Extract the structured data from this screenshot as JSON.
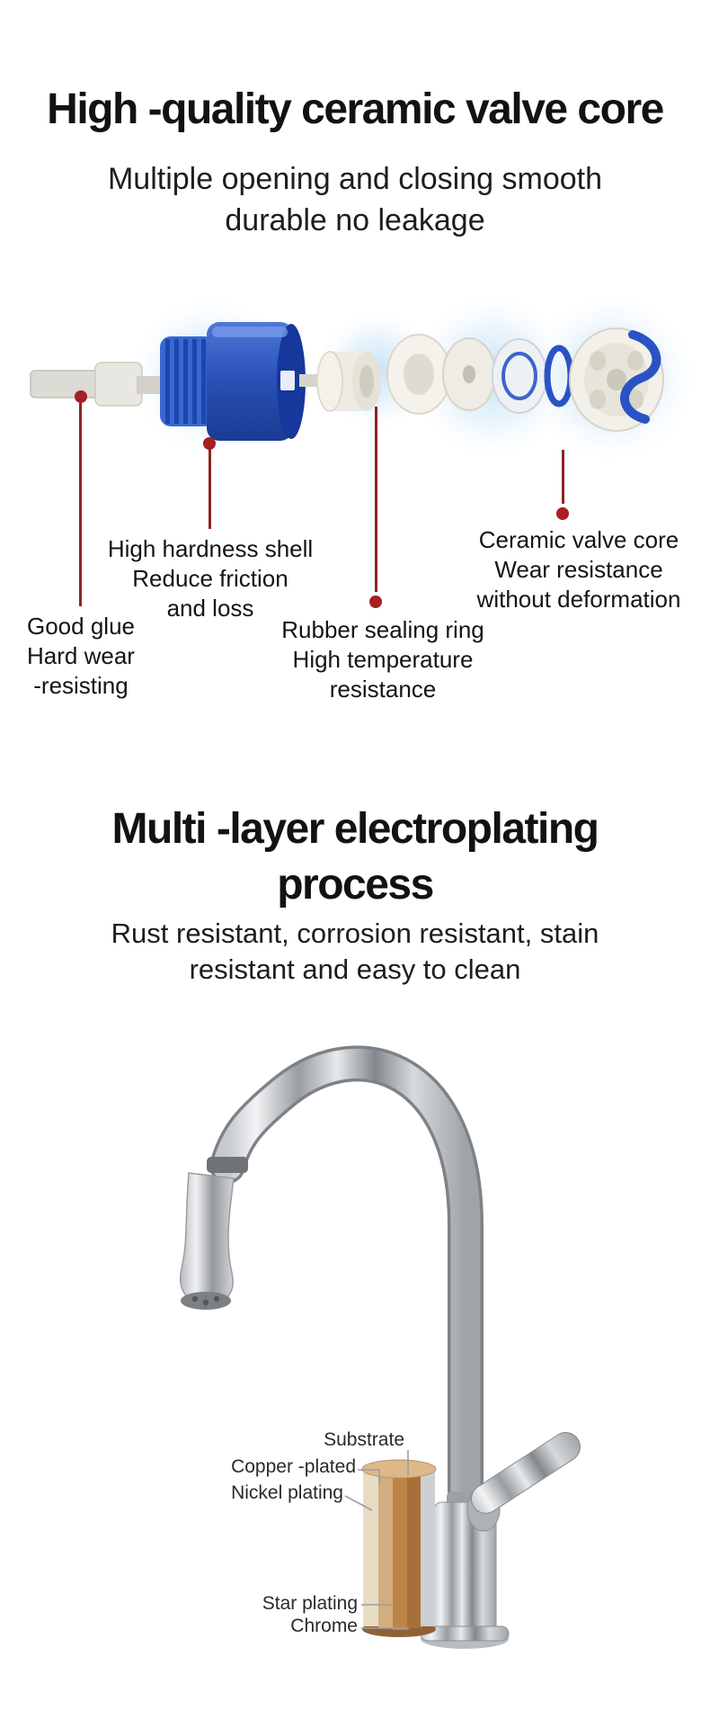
{
  "colors": {
    "background": "#ffffff",
    "callout_line": "#8d2424",
    "callout_dot": "#a81e24",
    "valve_blue": "#2a52b8",
    "copper_layer": "#bd8448",
    "chrome_gray": "#9aa0a5"
  },
  "valve_section": {
    "title": "High -quality ceramic valve core",
    "subtitle_line1": "Multiple opening and closing smooth",
    "subtitle_line2": "durable no leakage",
    "callouts": {
      "good_glue": {
        "line1": "Good glue",
        "line2": "Hard wear",
        "line3": "-resisting"
      },
      "hardness_shell": {
        "line1": "High hardness shell",
        "line2": "Reduce friction",
        "line3": "and loss"
      },
      "rubber_ring": {
        "line1": "Rubber sealing ring",
        "line2": "High temperature",
        "line3": "resistance"
      },
      "ceramic_core": {
        "line1": "Ceramic valve core",
        "line2": "Wear resistance",
        "line3": "without deformation"
      }
    }
  },
  "plating_section": {
    "title_line1": "Multi -layer electroplating",
    "title_line2": "process",
    "subtitle_line1": "Rust resistant, corrosion resistant, stain",
    "subtitle_line2": "resistant and easy to clean",
    "layer_labels": {
      "substrate": "Substrate",
      "copper": "Copper -plated",
      "nickel": "Nickel plating",
      "star": "Star plating",
      "chrome": "Chrome"
    }
  }
}
